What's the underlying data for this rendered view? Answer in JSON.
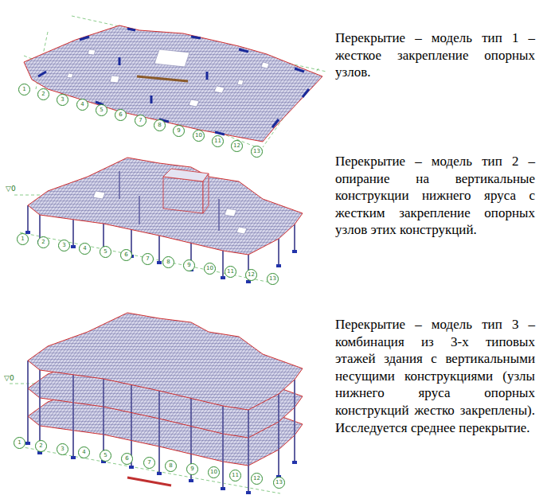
{
  "diagram": {
    "labels": [
      "Перекрытие – модель тип 1 – жесткое закрепление опорных узлов.",
      "1",
      "2",
      "3",
      "4",
      "5",
      "6",
      "7",
      "8",
      "9",
      "10",
      "11",
      "12",
      "13",
      "Перекрытие – модель тип 2 – опирание на вертикальные конструкции нижнего яруса с жестким закрепление опорных узлов этих конструкций.",
      "▽0",
      "1",
      "2",
      "3",
      "4",
      "5",
      "6",
      "7",
      "8",
      "9",
      "10",
      "11",
      "12",
      "13",
      "Перекрытие – модель тип 3 – комбинация из 3-х типовых этажей здания с вертикальными несущими конструкциями (узлы нижнего яруса опорных конструкций жестко закреплены). Исследуется среднее перекрытие.",
      "▽0",
      "1",
      "2",
      "3",
      "4",
      "5",
      "6",
      "7",
      "8",
      "9",
      "10",
      "11",
      "12",
      "13"
    ]
  }
}
